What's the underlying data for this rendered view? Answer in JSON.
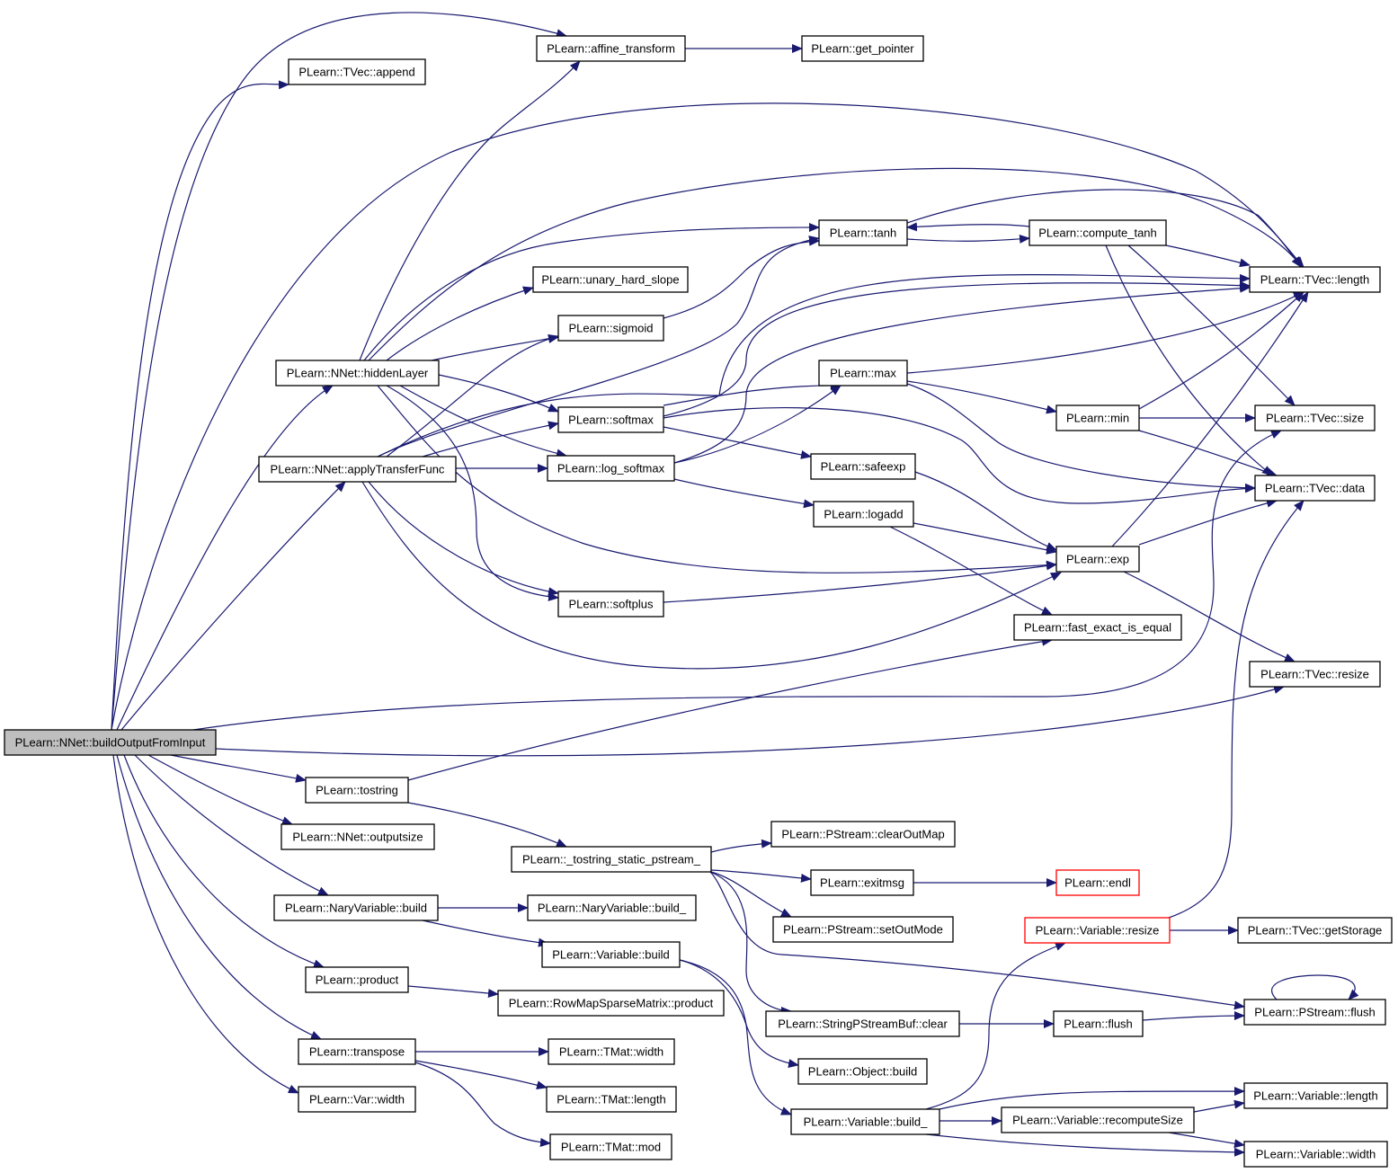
{
  "nodes": [
    {
      "id": "root",
      "label": "PLearn::NNet::buildOutputFromInput",
      "root": true
    },
    {
      "id": "affine_transform",
      "label": "PLearn::affine_transform"
    },
    {
      "id": "get_pointer",
      "label": "PLearn::get_pointer"
    },
    {
      "id": "tvec_append",
      "label": "PLearn::TVec::append"
    },
    {
      "id": "tanh",
      "label": "PLearn::tanh"
    },
    {
      "id": "compute_tanh",
      "label": "PLearn::compute_tanh"
    },
    {
      "id": "tvec_length",
      "label": "PLearn::TVec::length"
    },
    {
      "id": "unary_hard_slope",
      "label": "PLearn::unary_hard_slope"
    },
    {
      "id": "sigmoid",
      "label": "PLearn::sigmoid"
    },
    {
      "id": "hiddenLayer",
      "label": "PLearn::NNet::hiddenLayer"
    },
    {
      "id": "max",
      "label": "PLearn::max"
    },
    {
      "id": "softmax",
      "label": "PLearn::softmax"
    },
    {
      "id": "min",
      "label": "PLearn::min"
    },
    {
      "id": "tvec_size",
      "label": "PLearn::TVec::size"
    },
    {
      "id": "applyTransferFunc",
      "label": "PLearn::NNet::applyTransferFunc"
    },
    {
      "id": "log_softmax",
      "label": "PLearn::log_softmax"
    },
    {
      "id": "safeexp",
      "label": "PLearn::safeexp"
    },
    {
      "id": "tvec_data",
      "label": "PLearn::TVec::data"
    },
    {
      "id": "logadd",
      "label": "PLearn::logadd"
    },
    {
      "id": "exp",
      "label": "PLearn::exp"
    },
    {
      "id": "softplus",
      "label": "PLearn::softplus"
    },
    {
      "id": "fast_exact_is_equal",
      "label": "PLearn::fast_exact_is_equal"
    },
    {
      "id": "tvec_resize",
      "label": "PLearn::TVec::resize"
    },
    {
      "id": "tostring",
      "label": "PLearn::tostring"
    },
    {
      "id": "outputsize",
      "label": "PLearn::NNet::outputsize"
    },
    {
      "id": "pstream_clearOutMap",
      "label": "PLearn::PStream::clearOutMap"
    },
    {
      "id": "tostring_static",
      "label": "PLearn::_tostring_static_pstream_"
    },
    {
      "id": "exitmsg",
      "label": "PLearn::exitmsg"
    },
    {
      "id": "endl",
      "label": "PLearn::endl",
      "red": true
    },
    {
      "id": "naryvar_build",
      "label": "PLearn::NaryVariable::build"
    },
    {
      "id": "naryvar_build_",
      "label": "PLearn::NaryVariable::build_"
    },
    {
      "id": "pstream_setOutMode",
      "label": "PLearn::PStream::setOutMode"
    },
    {
      "id": "variable_resize",
      "label": "PLearn::Variable::resize",
      "red": true
    },
    {
      "id": "tvec_getStorage",
      "label": "PLearn::TVec::getStorage"
    },
    {
      "id": "variable_build",
      "label": "PLearn::Variable::build"
    },
    {
      "id": "product",
      "label": "PLearn::product"
    },
    {
      "id": "rowmap_product",
      "label": "PLearn::RowMapSparseMatrix::product"
    },
    {
      "id": "pstream_flush",
      "label": "PLearn::PStream::flush"
    },
    {
      "id": "stringpsb_clear",
      "label": "PLearn::StringPStreamBuf::clear"
    },
    {
      "id": "flush",
      "label": "PLearn::flush"
    },
    {
      "id": "transpose",
      "label": "PLearn::transpose"
    },
    {
      "id": "tmat_width",
      "label": "PLearn::TMat::width"
    },
    {
      "id": "object_build",
      "label": "PLearn::Object::build"
    },
    {
      "id": "var_width",
      "label": "PLearn::Var::width"
    },
    {
      "id": "tmat_length",
      "label": "PLearn::TMat::length"
    },
    {
      "id": "variable_length",
      "label": "PLearn::Variable::length"
    },
    {
      "id": "variable_build_",
      "label": "PLearn::Variable::build_"
    },
    {
      "id": "variable_recomputeSize",
      "label": "PLearn::Variable::recomputeSize"
    },
    {
      "id": "tmat_mod",
      "label": "PLearn::TMat::mod"
    },
    {
      "id": "variable_width",
      "label": "PLearn::Variable::width"
    }
  ]
}
